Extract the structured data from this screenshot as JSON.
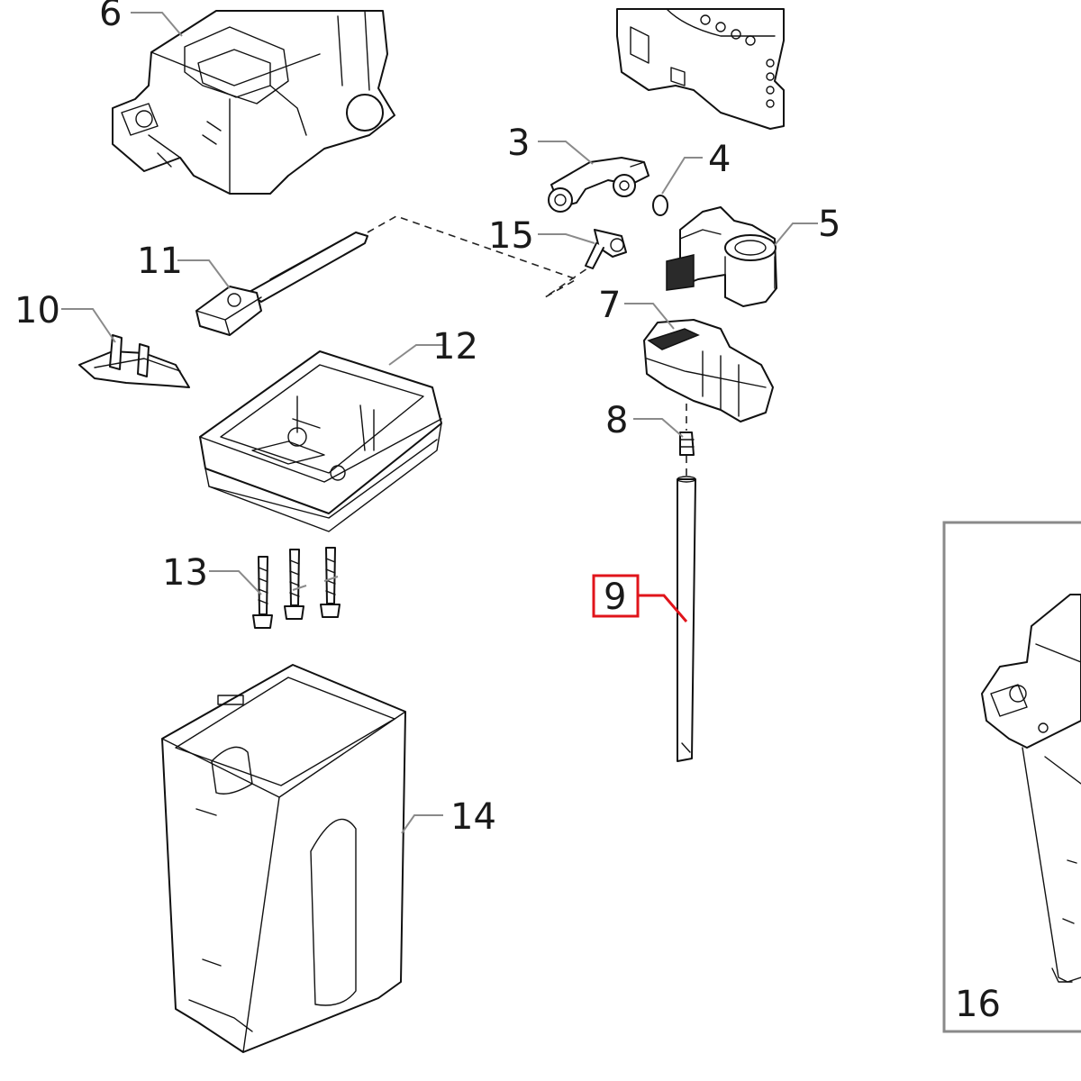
{
  "diagram": {
    "callouts": [
      {
        "id": "6",
        "text": "6"
      },
      {
        "id": "3",
        "text": "3"
      },
      {
        "id": "4",
        "text": "4"
      },
      {
        "id": "5",
        "text": "5"
      },
      {
        "id": "15",
        "text": "15"
      },
      {
        "id": "11",
        "text": "11"
      },
      {
        "id": "10",
        "text": "10"
      },
      {
        "id": "7",
        "text": "7"
      },
      {
        "id": "12",
        "text": "12"
      },
      {
        "id": "8",
        "text": "8"
      },
      {
        "id": "13",
        "text": "13"
      },
      {
        "id": "9",
        "text": "9",
        "highlighted": true
      },
      {
        "id": "14",
        "text": "14"
      },
      {
        "id": "16",
        "text": "16"
      }
    ],
    "highlight_color": "#e0141b"
  }
}
